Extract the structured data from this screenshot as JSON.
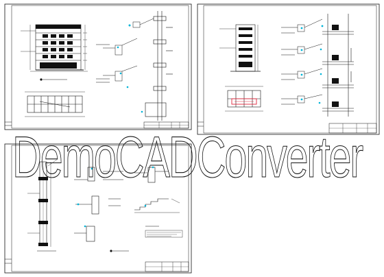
{
  "app": {
    "title": "DemoCADConverter"
  },
  "watermark": {
    "text": "DemoCADConverter"
  },
  "sheets": [
    {
      "id": "sheet-1",
      "caption": "",
      "title_block": ""
    },
    {
      "id": "sheet-2",
      "caption": "",
      "title_block": ""
    },
    {
      "id": "sheet-3",
      "caption": "",
      "title_block": ""
    }
  ],
  "colors": {
    "line": "#111111",
    "accent_cyan": "#00b4d8",
    "accent_red": "#e0233b",
    "background": "#ffffff"
  }
}
